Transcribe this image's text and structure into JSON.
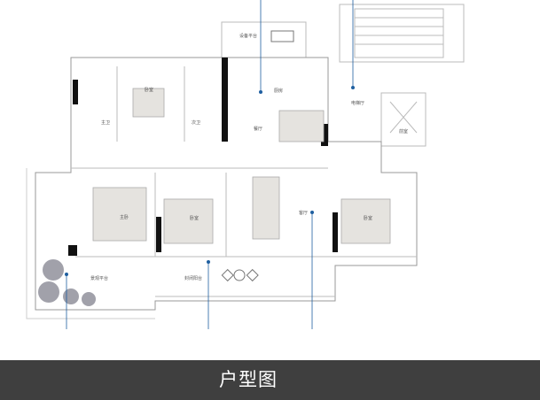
{
  "rooms": {
    "equipment_platform": "设备平台",
    "kitchen": "厨房",
    "dining": "餐厅",
    "bedroom_top": "卧室",
    "bath_left": "主卫",
    "bath_right": "次卫",
    "master_bedroom": "主卧",
    "bedroom_mid": "卧室",
    "living": "客厅",
    "bedroom_right": "卧室",
    "landscape_platform": "景观平台",
    "enclosed_balcony": "封闭阳台",
    "elevator_hall": "电梯厅",
    "front_room": "前室"
  },
  "caption": "户型图",
  "colors": {
    "wall": "#111111",
    "line": "#888888",
    "marker": "#1f5fa0",
    "caption_bar": "#3f3f3f"
  }
}
